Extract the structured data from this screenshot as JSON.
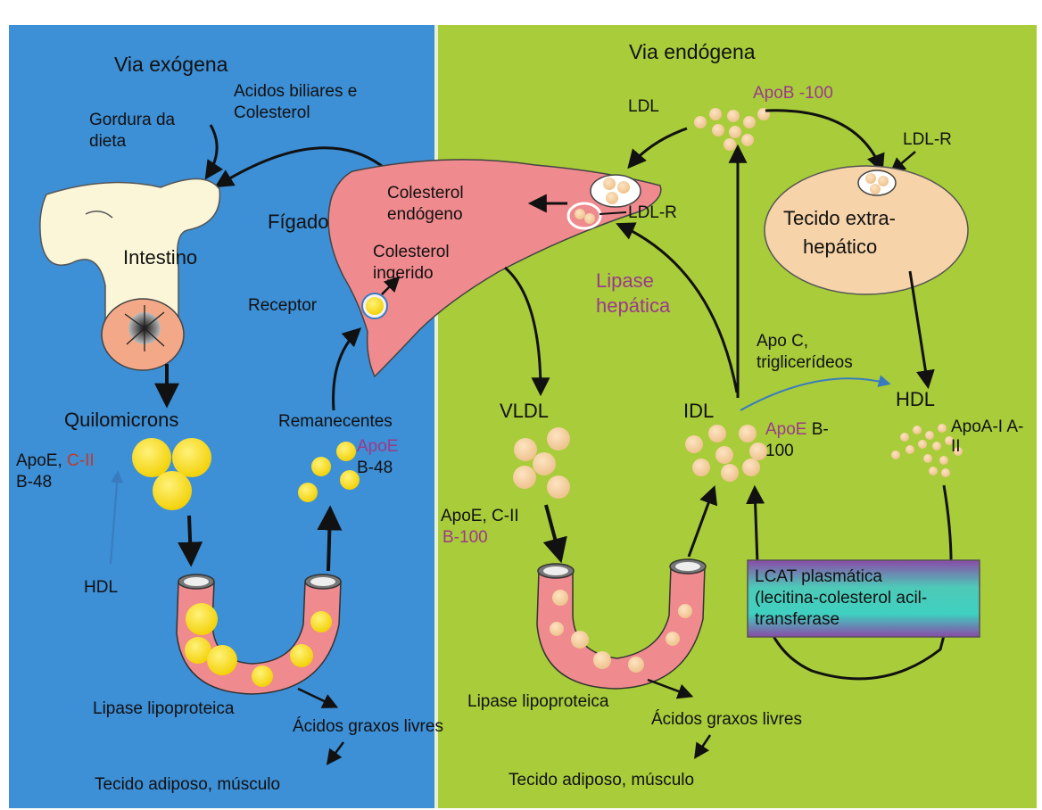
{
  "exogenous": {
    "title": "Via exógena",
    "diet_fat": [
      "Gordura da",
      "dieta"
    ],
    "bile": [
      "Acidos biliares e",
      "Colesterol"
    ],
    "intestine": "Intestino",
    "liver": "Fígado",
    "receptor": "Receptor",
    "chylomicrons": "Quilomicrons",
    "chylo_apo_1": "ApoE, ",
    "chylo_apo_red": "C-II",
    "chylo_apo_2": "B-48",
    "hdl": "HDL",
    "remnants": "Remanecentes",
    "remnant_apo_purple": "ApoE",
    "remnant_apo_2": "B-48",
    "lipase": "Lipase lipoproteica",
    "fatty_acids": "Ácidos graxos livres",
    "tissue": "Tecido adiposo, músculo"
  },
  "liver_labels": {
    "endogenous_chol": [
      "Colesterol",
      "endógeno"
    ],
    "ingested_chol": [
      "Colesterol",
      "ingerido"
    ],
    "ldl_r": "LDL-R"
  },
  "endogenous": {
    "title": "Via endógena",
    "ldl": "LDL",
    "apob100": "ApoB -100",
    "ldl_r": "LDL-R",
    "extra_tissue": [
      "Tecido extra-",
      "hepático"
    ],
    "hepatic_lipase": [
      "Lipase",
      "hepática"
    ],
    "apo_c": [
      "Apo C,",
      "triglicerídeos"
    ],
    "vldl": "VLDL",
    "idl": "IDL",
    "idl_apo_purple": "ApoE",
    "idl_apo_1": " B-",
    "idl_apo_2": "100",
    "hdl": "HDL",
    "hdl_apo": [
      "ApoA-I A-",
      "II"
    ],
    "vldl_apo_1": "ApoE, C-II",
    "vldl_apo_2": "B-100",
    "lcat": [
      "LCAT plasmática",
      "(lecitina-colesterol acil-",
      "transferase"
    ],
    "lipase": "Lipase lipoproteica",
    "fatty_acids": "Ácidos graxos livres",
    "tissue": "Tecido adiposo, músculo"
  },
  "colors": {
    "left_panel": "#3d8fd6",
    "right_panel": "#a8cc3a",
    "liver": "#ef8a8e",
    "yellow_particle": "#f7dd12",
    "beige_particle": "#f6d3a8",
    "vessel": "#ef8a8e",
    "purple_label": "#9b3a8a",
    "red_label": "#c0392b"
  }
}
